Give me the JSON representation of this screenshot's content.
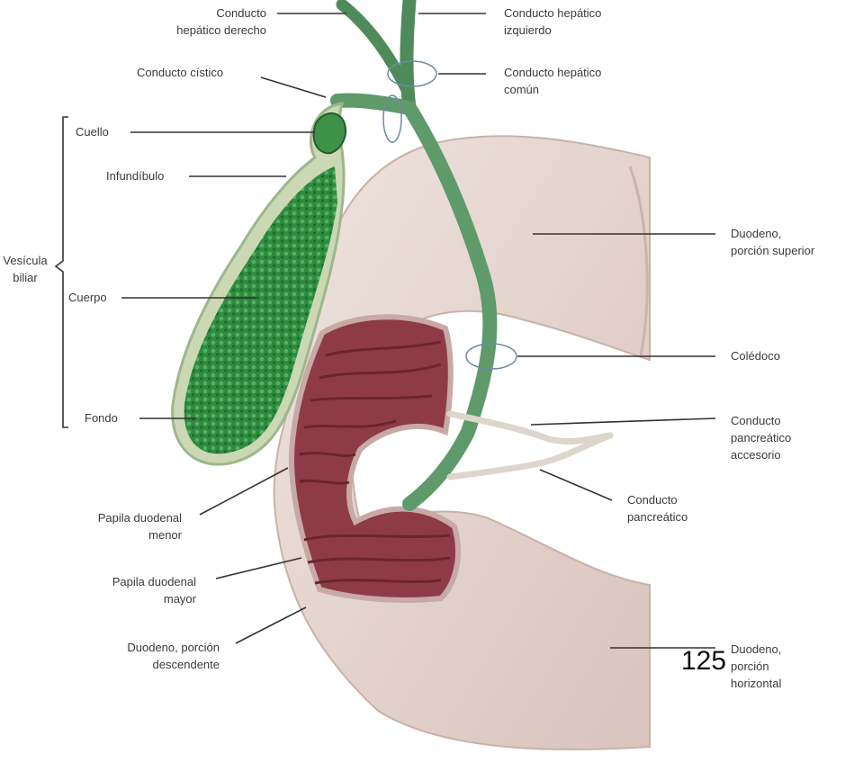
{
  "labels": {
    "right_hepatic_duct": [
      "Conducto",
      "hepático derecho"
    ],
    "left_hepatic_duct": [
      "Conducto hepático",
      "izquierdo"
    ],
    "cystic_duct": [
      "Conducto cístico"
    ],
    "common_hepatic_duct": [
      "Conducto hepático",
      "común"
    ],
    "neck": [
      "Cuello"
    ],
    "infundibulum": [
      "Infundíbulo"
    ],
    "gallbladder": [
      "Vesícula",
      "biliar"
    ],
    "body": [
      "Cuerpo"
    ],
    "fundus": [
      "Fondo"
    ],
    "duodenum_superior": [
      "Duodeno,",
      "porción superior"
    ],
    "common_bile_duct": [
      "Colédoco"
    ],
    "accessory_pancreatic_duct": [
      "Conducto",
      "pancreático",
      "accesorio"
    ],
    "pancreatic_duct": [
      "Conducto",
      "pancreático"
    ],
    "minor_papilla": [
      "Papila duodenal",
      "menor"
    ],
    "major_papilla": [
      "Papila duodenal",
      "mayor"
    ],
    "duodenum_descending": [
      "Duodeno, porción",
      "descendente"
    ],
    "duodenum_horizontal": [
      "Duodeno,",
      "porción",
      "horizontal"
    ]
  },
  "page_number": "125",
  "colors": {
    "gallbladder": "#2f8a3e",
    "bile_duct": "#5e9a6a",
    "duodenum": "#e7d8d2",
    "mucosa": "#8e3b47",
    "pancreatic_duct": "#ddd6cc",
    "leader_line": "#333333"
  }
}
